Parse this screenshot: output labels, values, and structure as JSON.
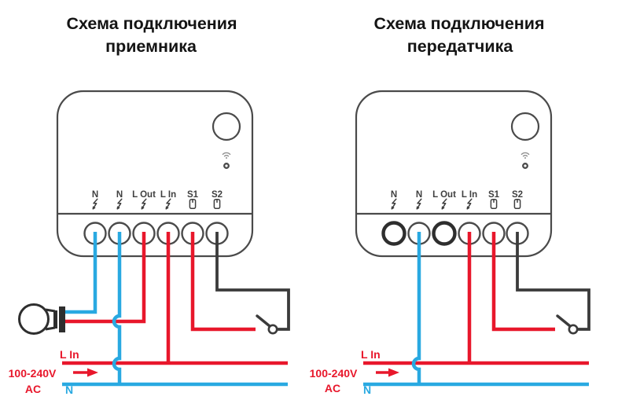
{
  "left_panel": {
    "title": [
      "Схема подключения",
      "приемника"
    ],
    "terminals": [
      "N",
      "N",
      "L Out",
      "L In",
      "S1",
      "S2"
    ],
    "supply": {
      "line_label": "L In",
      "voltage": "100-240V",
      "current_type": "AC",
      "neutral_label": "N"
    }
  },
  "right_panel": {
    "title": [
      "Схема подключения",
      "передатчика"
    ],
    "terminals": [
      "N",
      "N",
      "L Out",
      "L In",
      "S1",
      "S2"
    ],
    "supply": {
      "line_label": "L In",
      "voltage": "100-240V",
      "current_type": "AC",
      "neutral_label": "N"
    }
  },
  "colors": {
    "live_wire_red": "#e8172b",
    "neutral_wire_blue": "#29a9e1",
    "signal_wire_black": "#3b3b3b",
    "device_outline_gray": "#4a4a4a"
  },
  "icons": {
    "lightning": "lightning-bolt-icon",
    "switch_terminal": "switch-terminal-icon",
    "wifi": "wifi-icon",
    "led": "led-indicator-icon",
    "button": "pairing-button-circle",
    "bulb": "light-bulb",
    "switch": "wall-switch"
  }
}
